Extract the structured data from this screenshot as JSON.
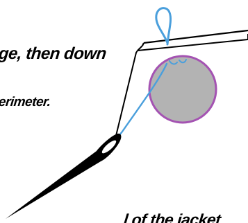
{
  "captions": {
    "line_1": "ge, then down",
    "line_2": "erimeter.",
    "line_3": "l  of the jacket"
  },
  "colors": {
    "thread": "#4a9fdc",
    "button_fill": "#b3b3b3",
    "button_rim": "#a453b2",
    "ink": "#000000"
  },
  "icons": {
    "needle": "needle-icon",
    "button": "button-icon",
    "thread": "thread-loop-icon"
  }
}
